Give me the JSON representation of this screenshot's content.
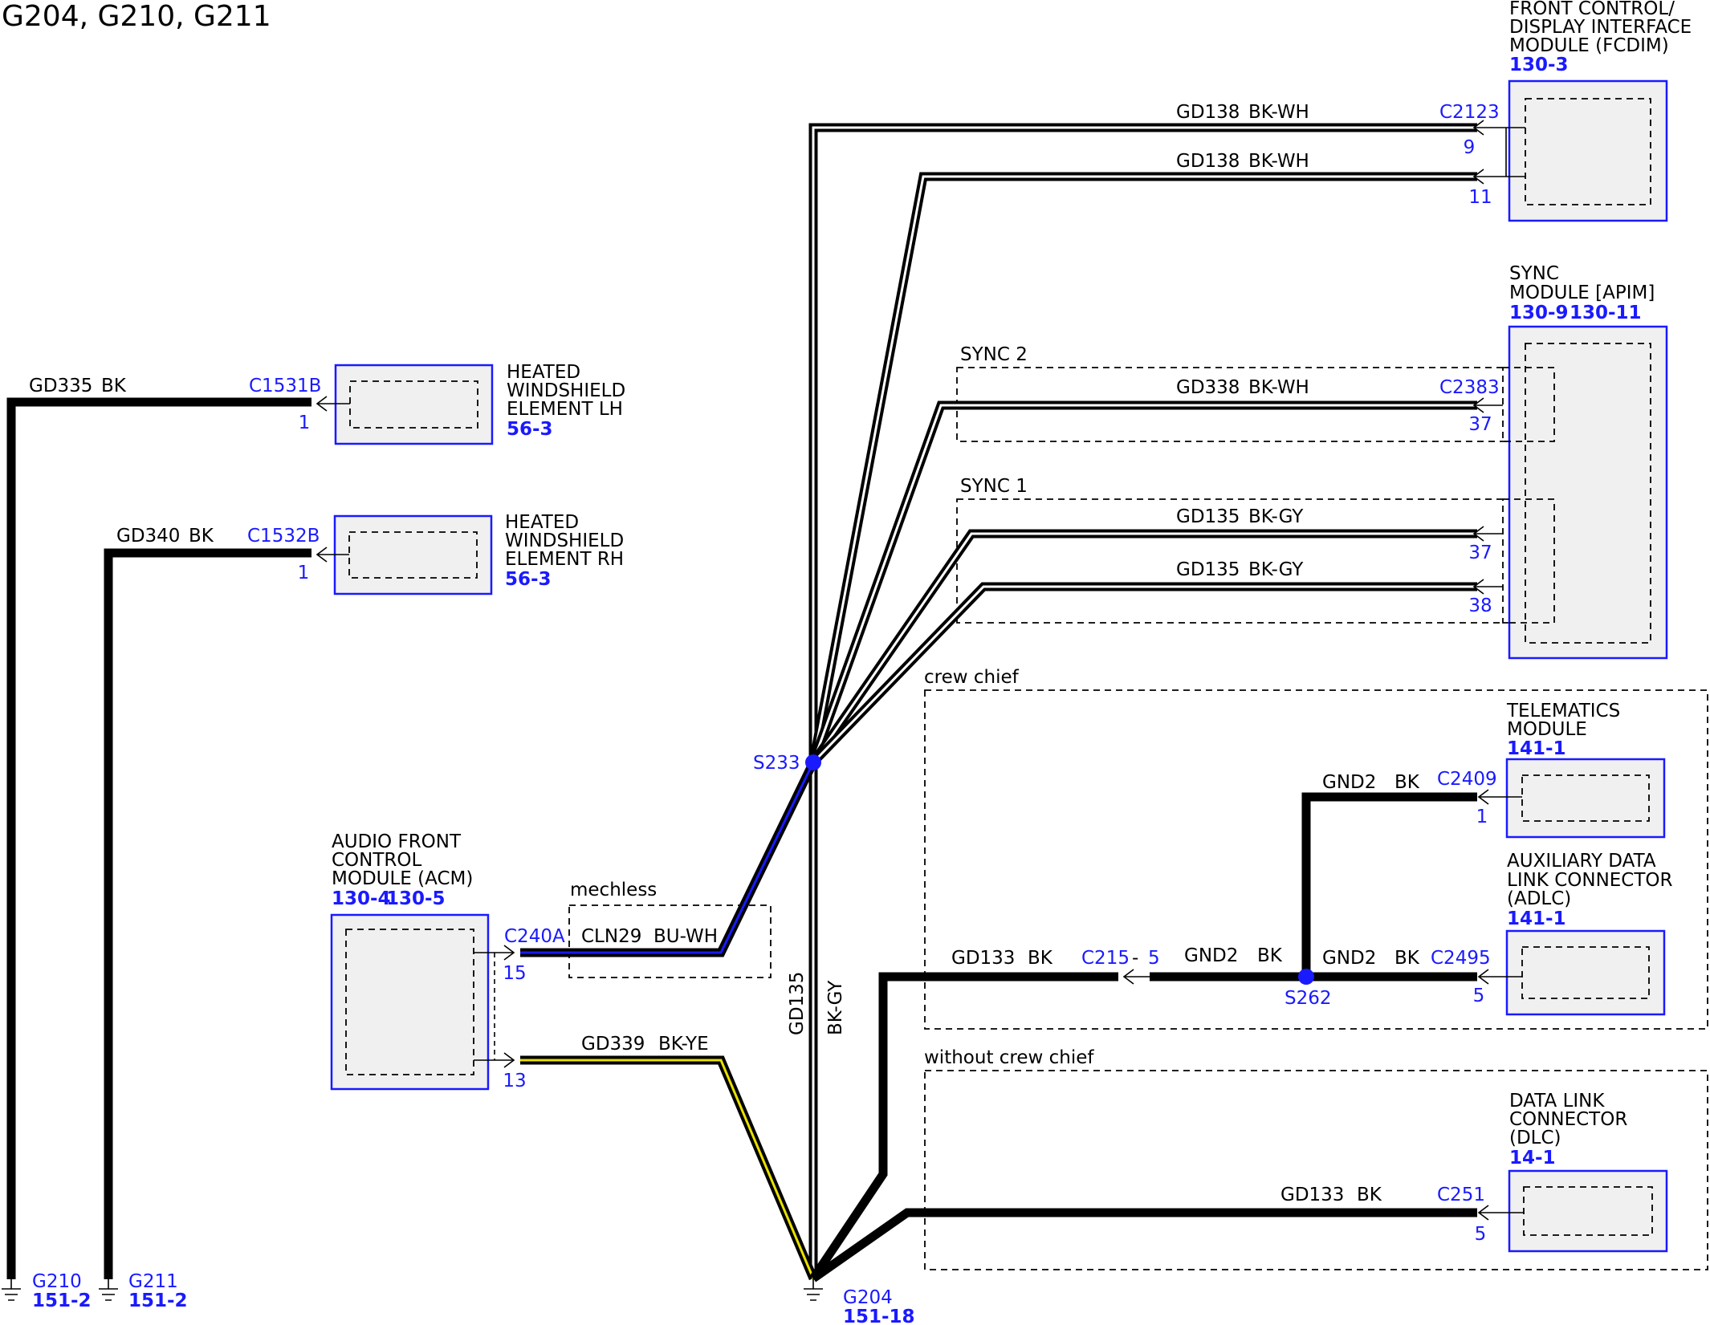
{
  "title": "G204, G210, G211",
  "modules": {
    "fcdim": {
      "name": [
        "FRONT CONTROL/",
        "DISPLAY INTERFACE",
        "MODULE (FCDIM)"
      ],
      "refs": [
        "130-3"
      ]
    },
    "sync": {
      "name": [
        "SYNC",
        "MODULE [APIM]"
      ],
      "refs": [
        "130-9",
        "130-11"
      ]
    },
    "hwlh": {
      "name": [
        "HEATED",
        "WINDSHIELD",
        "ELEMENT LH"
      ],
      "refs": [
        "56-3"
      ]
    },
    "hwrh": {
      "name": [
        "HEATED",
        "WINDSHIELD",
        "ELEMENT RH"
      ],
      "refs": [
        "56-3"
      ]
    },
    "acm": {
      "name": [
        "AUDIO FRONT",
        "CONTROL",
        "MODULE (ACM)"
      ],
      "refs": [
        "130-4",
        "130-5"
      ]
    },
    "telematics": {
      "name": [
        "TELEMATICS",
        "MODULE"
      ],
      "refs": [
        "141-1"
      ]
    },
    "adlc": {
      "name": [
        "AUXILIARY DATA",
        "LINK CONNECTOR",
        "(ADLC)"
      ],
      "refs": [
        "141-1"
      ]
    },
    "dlc": {
      "name": [
        "DATA LINK",
        "CONNECTOR",
        "(DLC)"
      ],
      "refs": [
        "14-1"
      ]
    }
  },
  "wires": {
    "fcdim9": {
      "circuit": "GD138",
      "color": "BK-WH",
      "connector": "C2123",
      "pin": "9"
    },
    "fcdim11": {
      "circuit": "GD138",
      "color": "BK-WH",
      "pin": "11"
    },
    "sync2": {
      "circuit": "GD338",
      "color": "BK-WH",
      "connector": "C2383",
      "pin": "37"
    },
    "sync1a": {
      "circuit": "GD135",
      "color": "BK-GY",
      "pin": "37"
    },
    "sync1b": {
      "circuit": "GD135",
      "color": "BK-GY",
      "pin": "38"
    },
    "hwlh": {
      "circuit": "GD335",
      "color": "BK",
      "connector": "C1531B",
      "pin": "1"
    },
    "hwrh": {
      "circuit": "GD340",
      "color": "BK",
      "connector": "C1532B",
      "pin": "1"
    },
    "acm15": {
      "circuit": "CLN29",
      "color": "BU-WH",
      "connector": "C240A",
      "pin": "15"
    },
    "acm13": {
      "circuit": "GD339",
      "color": "BK-YE",
      "pin": "13"
    },
    "trunk": {
      "circuit": "GD135",
      "color": "BK-GY"
    },
    "telem": {
      "circuit": "GND2",
      "color": "BK",
      "connector": "C2409",
      "pin": "1"
    },
    "adlc": {
      "circuit": "GND2",
      "color": "BK",
      "connector": "C2495",
      "pin": "5"
    },
    "mid": {
      "circuit": "GND2",
      "color": "BK"
    },
    "c215": {
      "circuit": "GD133",
      "color": "BK",
      "connector": "C215",
      "sep": "-",
      "pin": "5"
    },
    "dlc": {
      "circuit": "GD133",
      "color": "BK",
      "connector": "C251",
      "pin": "5"
    }
  },
  "groups": {
    "sync2": "SYNC 2",
    "sync1": "SYNC 1",
    "mechless": "mechless",
    "crew": "crew chief",
    "nocrew": "without crew chief"
  },
  "splices": {
    "s233": "S233",
    "s262": "S262"
  },
  "grounds": {
    "g210": {
      "id": "G210",
      "ref": "151-2"
    },
    "g211": {
      "id": "G211",
      "ref": "151-2"
    },
    "g204": {
      "id": "G204",
      "ref": "151-18"
    }
  },
  "colors": {
    "ref_blue": "#1a1aff",
    "wire_black": "#000000",
    "stripe_white": "#ffffff",
    "stripe_blue": "#1a1aff",
    "stripe_yellow": "#e8e000",
    "module_fill": "#f0f0f0"
  }
}
